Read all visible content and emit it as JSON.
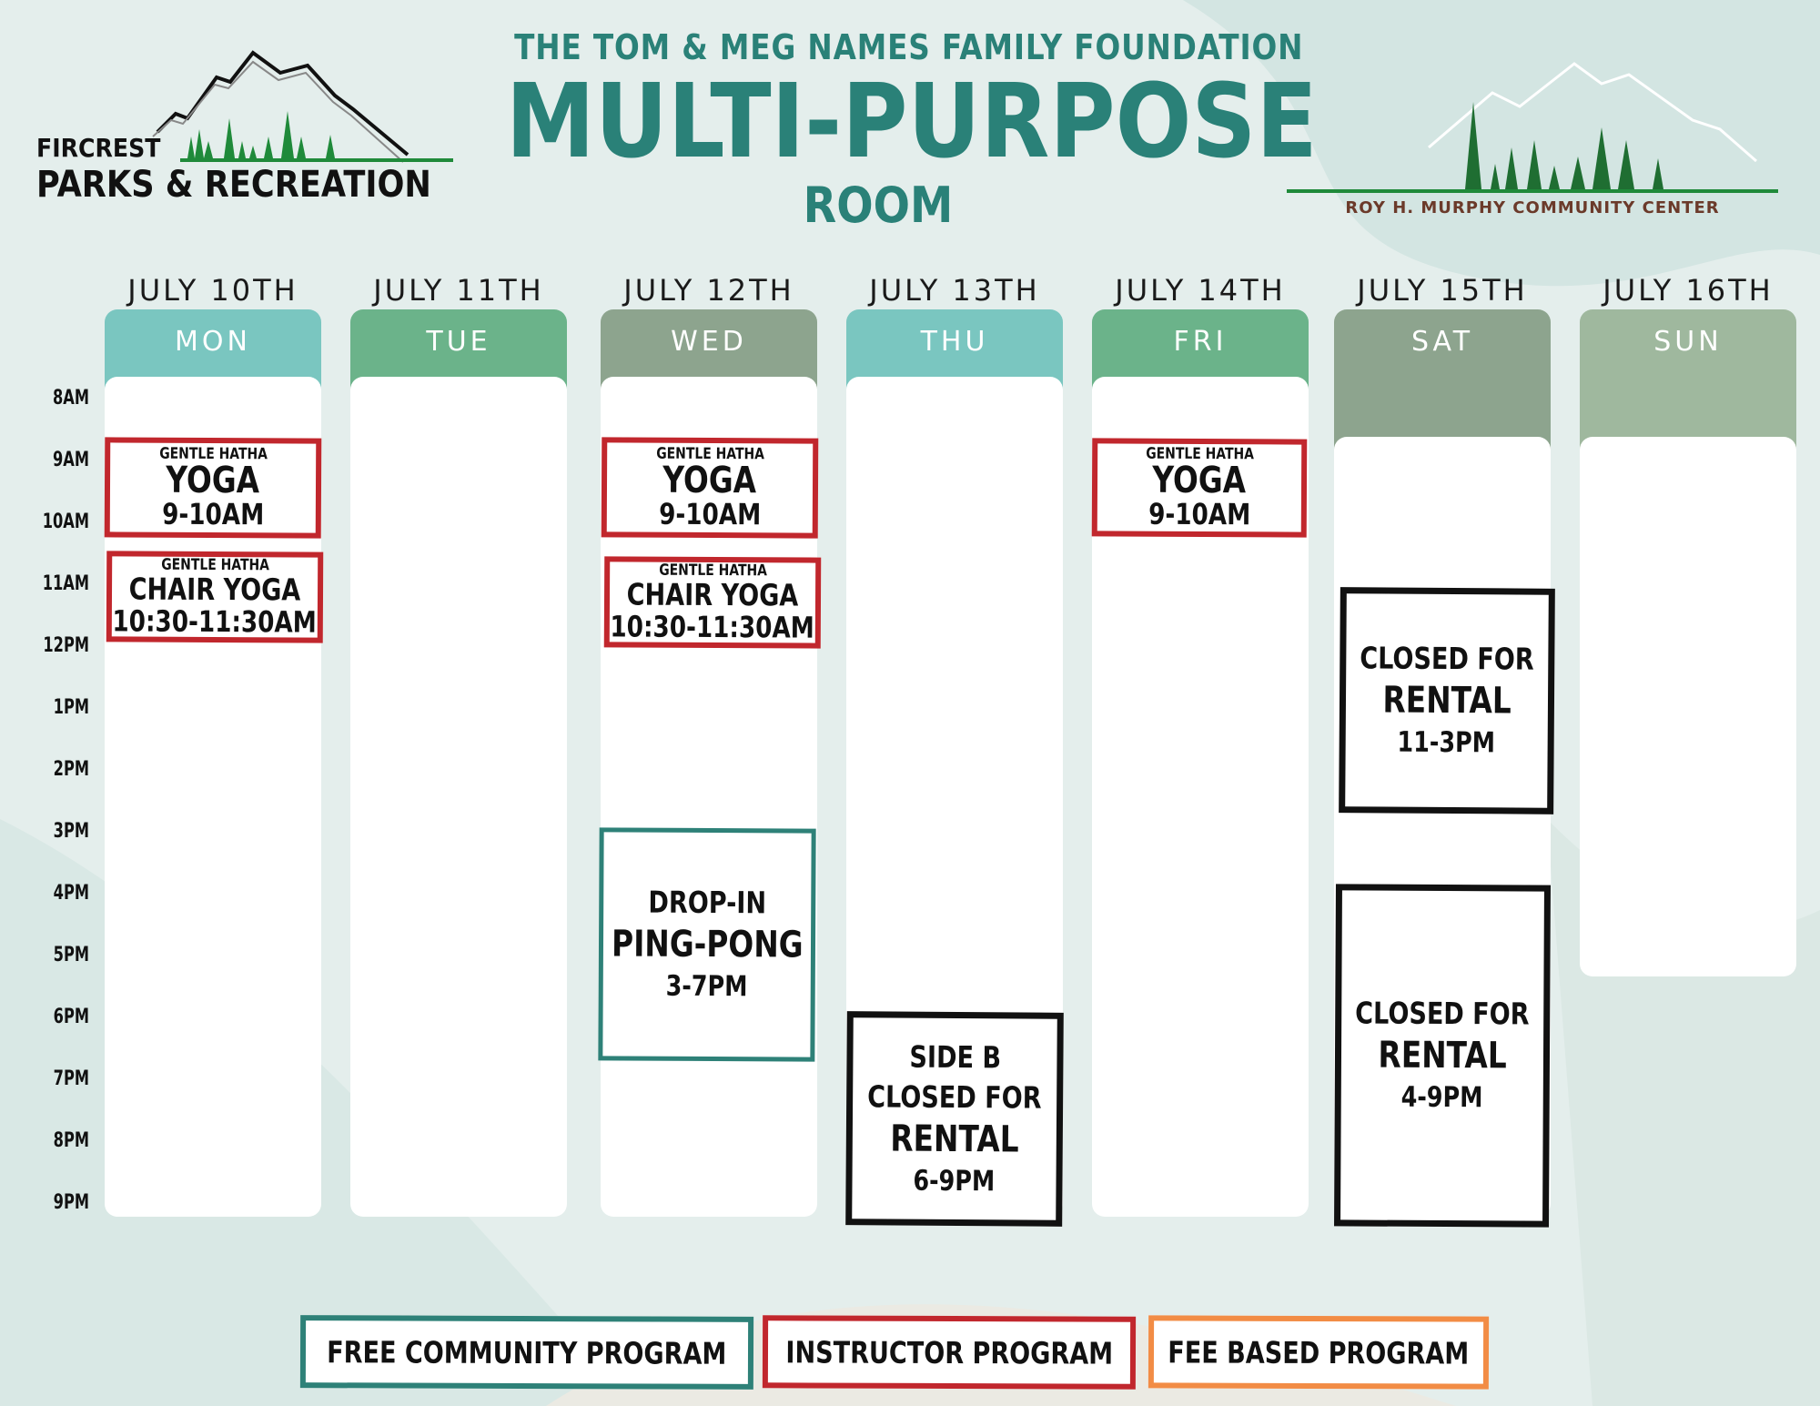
{
  "header": {
    "left_logo": {
      "line1": "FIRCREST",
      "line2": "PARKS & RECREATION"
    },
    "title_line1": "THE TOM & MEG NAMES FAMILY FOUNDATION",
    "title_line2": "MULTI-PURPOSE",
    "title_line3": "ROOM",
    "right_logo": {
      "name": "ROY H. MURPHY COMMUNITY CENTER"
    }
  },
  "colors": {
    "teal_header": "#7ac6c0",
    "green_header": "#6bb38a",
    "sage_header": "#8da48e",
    "light_sage_header": "#9fb89e",
    "title_teal": "#2a8178",
    "instructor_red": "#c1272d",
    "free_teal": "#2e8178",
    "fee_orange": "#f28c45",
    "rental_black": "#111111"
  },
  "time_labels": [
    "8AM",
    "9AM",
    "10AM",
    "11AM",
    "12PM",
    "1PM",
    "2PM",
    "3PM",
    "4PM",
    "5PM",
    "6PM",
    "7PM",
    "8PM",
    "9PM"
  ],
  "days": [
    {
      "date": "JULY 10TH",
      "day": "MON"
    },
    {
      "date": "JULY 11TH",
      "day": "TUE"
    },
    {
      "date": "JULY 12TH",
      "day": "WED"
    },
    {
      "date": "JULY 13TH",
      "day": "THU"
    },
    {
      "date": "JULY 14TH",
      "day": "FRI"
    },
    {
      "date": "JULY 15TH",
      "day": "SAT"
    },
    {
      "date": "JULY 16TH",
      "day": "SUN"
    }
  ],
  "events": {
    "mon_yoga": {
      "small": "GENTLE HATHA",
      "big": "YOGA",
      "time": "9-10AM"
    },
    "mon_chair": {
      "small": "GENTLE HATHA",
      "big": "CHAIR YOGA",
      "time": "10:30-11:30AM"
    },
    "wed_yoga": {
      "small": "GENTLE HATHA",
      "big": "YOGA",
      "time": "9-10AM"
    },
    "wed_chair": {
      "small": "GENTLE HATHA",
      "big": "CHAIR YOGA",
      "time": "10:30-11:30AM"
    },
    "wed_pingpong": {
      "line1": "DROP-IN",
      "line2": "PING-PONG",
      "time": "3-7PM"
    },
    "thu_rental": {
      "line1": "SIDE B",
      "line2": "CLOSED FOR",
      "line3": "RENTAL",
      "time": "6-9PM"
    },
    "fri_yoga": {
      "small": "GENTLE HATHA",
      "big": "YOGA",
      "time": "9-10AM"
    },
    "sat_rental1": {
      "line1": "CLOSED FOR",
      "line2": "RENTAL",
      "time": "11-3PM"
    },
    "sat_rental2": {
      "line1": "CLOSED FOR",
      "line2": "RENTAL",
      "time": "4-9PM"
    }
  },
  "legend": {
    "free": "FREE COMMUNITY PROGRAM",
    "instructor": "INSTRUCTOR PROGRAM",
    "fee": "FEE BASED PROGRAM"
  }
}
